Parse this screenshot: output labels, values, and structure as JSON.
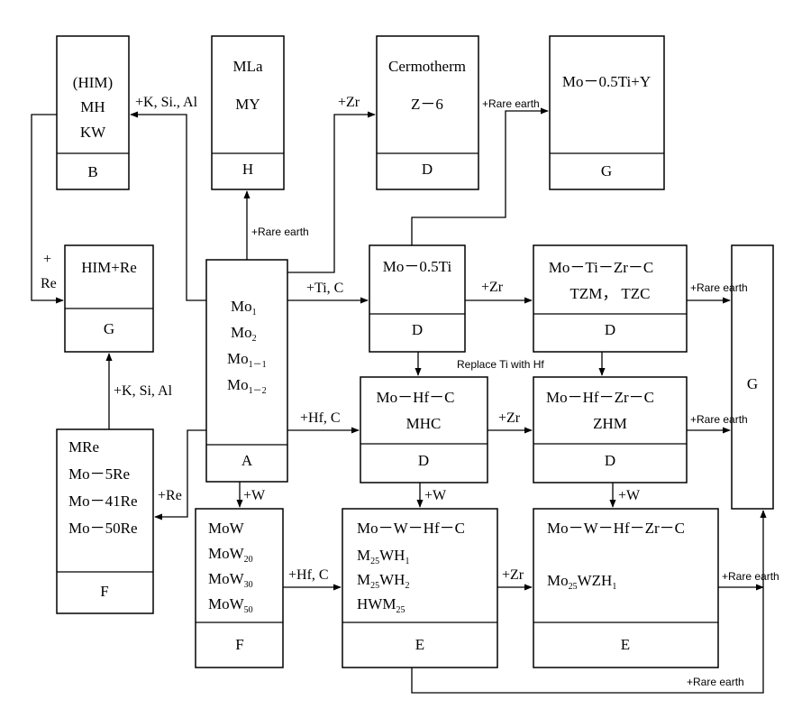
{
  "boxes": {
    "B": {
      "lines": [
        "(HIM)",
        "MH",
        "KW"
      ],
      "cls": "B"
    },
    "H": {
      "lines": [
        "MLa",
        "MY"
      ],
      "cls": "H"
    },
    "D1": {
      "lines": [
        "Cermotherm",
        "Z－6"
      ],
      "cls": "D"
    },
    "G1": {
      "lines": [
        "Mo－0.5Ti+Y"
      ],
      "cls": "G"
    },
    "G2": {
      "lines": [
        "HIM+Re"
      ],
      "cls": "G"
    },
    "A": {
      "mo1": "Mo",
      "mo1_sub": "1",
      "mo2": "Mo",
      "mo2_sub": "2",
      "mo11": "Mo",
      "mo11_sub": "1－1",
      "mo12": "Mo",
      "mo12_sub": "1－2",
      "cls": "A"
    },
    "D2": {
      "lines": [
        "Mo－0.5Ti"
      ],
      "cls": "D"
    },
    "D3": {
      "lines": [
        "Mo－Ti－Zr－C",
        "TZM， TZC"
      ],
      "cls": "D"
    },
    "G3": {
      "cls": "G"
    },
    "F1": {
      "lines": [
        "MRe",
        "Mo－5Re",
        "Mo－41Re",
        "Mo－50Re"
      ],
      "cls": "F"
    },
    "D4": {
      "lines": [
        "Mo－Hf－C",
        "MHC"
      ],
      "cls": "D"
    },
    "D5": {
      "lines": [
        "Mo－Hf－Zr－C",
        "ZHM"
      ],
      "cls": "D"
    },
    "F2": {
      "base": "MoW",
      "w20": "MoW",
      "w20_sub": "20",
      "w30": "MoW",
      "w30_sub": "30",
      "w50": "MoW",
      "w50_sub": "50",
      "cls": "F"
    },
    "E1": {
      "title": "Mo－W－Hf－C",
      "m1": "M",
      "m1_sub1": "25",
      "m1_mid": "WH",
      "m1_sub2": "1",
      "m2": "M",
      "m2_sub1": "25",
      "m2_mid": "WH",
      "m2_sub2": "2",
      "hwm": "HWM",
      "hwm_sub": "25",
      "cls": "E"
    },
    "E2": {
      "title": "Mo－W－Hf－Zr－C",
      "m": "Mo",
      "m_sub1": "25",
      "m_mid": "WZH",
      "m_sub2": "1",
      "cls": "E"
    }
  },
  "labels": {
    "k_si_al_top": "+K, Si., Al",
    "zr_top": "+Zr",
    "rare_earth_top": "+Rare earth",
    "rare_earth_h": "+Rare earth",
    "plus_re_plus": "+",
    "plus_re_re": "Re",
    "ti_c": "+Ti, C",
    "zr_mid": "+Zr",
    "rare_earth_tzm": "+Rare earth",
    "replace": "Replace Ti with Hf",
    "k_si_al_left": "+K, Si, Al",
    "hf_c_mid": "+Hf, C",
    "zr_zhm": "+Zr",
    "rare_earth_zhm": "+Rare earth",
    "w_a": "+W",
    "re_left": "+Re",
    "w_mhc": "+W",
    "w_zhm": "+W",
    "hf_c_low": "+Hf, C",
    "zr_low": "+Zr",
    "rare_earth_low": "+Rare earth",
    "rare_earth_bottom": "+Rare earth"
  }
}
